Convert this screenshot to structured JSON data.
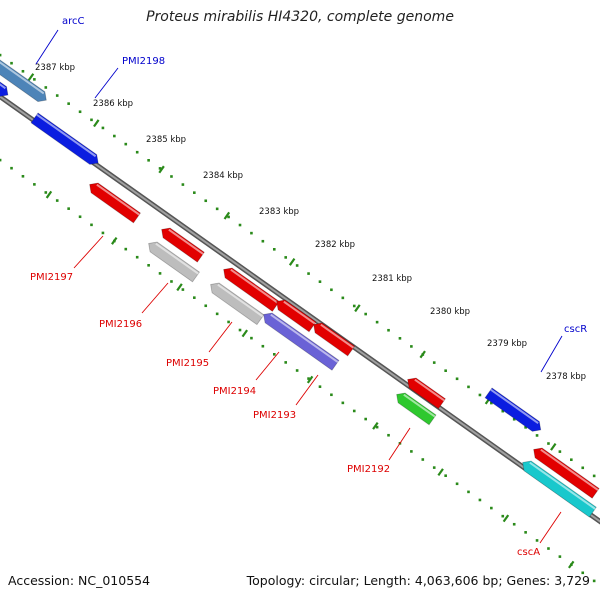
{
  "title": "Proteus mirabilis HI4320, complete genome",
  "footer": {
    "accession": "Accession: NC_010554",
    "summary": "Topology: circular; Length: 4,063,606 bp; Genes: 3,729"
  },
  "colors": {
    "backbone": "#6e6e6e",
    "tick": "#2a8a1a",
    "forward_label": "#0000cc",
    "reverse_label": "#dd0000",
    "red": "#e20000",
    "blue": "#0b1de0",
    "steelblue": "#4d84b8",
    "gray": "#bdbdbd",
    "slate": "#6a62d6",
    "green": "#2ec82e",
    "cyan": "#19c8cc"
  },
  "scale_labels": [
    "2387 kbp",
    "2386 kbp",
    "2385 kbp",
    "2384 kbp",
    "2383 kbp",
    "2382 kbp",
    "2381 kbp",
    "2380 kbp",
    "2379 kbp",
    "2378 kbp"
  ],
  "gene_labels": {
    "arcC": "arcC",
    "PMI2198": "PMI2198",
    "PMI2197": "PMI2197",
    "PMI2196": "PMI2196",
    "PMI2195": "PMI2195",
    "PMI2194": "PMI2194",
    "PMI2193": "PMI2193",
    "PMI2192": "PMI2192",
    "cscR": "cscR",
    "cscA": "cscA"
  },
  "features": [
    {
      "id": "arcC",
      "color": "steelblue",
      "strand": "forward"
    },
    {
      "id": "PMI2198-a",
      "color": "blue",
      "strand": "forward"
    },
    {
      "id": "PMI2198-b",
      "color": "blue",
      "strand": "forward"
    },
    {
      "id": "PMI2197",
      "color": "red",
      "strand": "reverse"
    },
    {
      "id": "PMI2196-red",
      "color": "red",
      "strand": "reverse"
    },
    {
      "id": "PMI2196",
      "color": "gray",
      "strand": "reverse"
    },
    {
      "id": "PMI2195-red",
      "color": "red",
      "strand": "reverse"
    },
    {
      "id": "PMI2194-red",
      "color": "red",
      "strand": "reverse"
    },
    {
      "id": "PMI2193-red",
      "color": "red",
      "strand": "reverse"
    },
    {
      "id": "PMI2195",
      "color": "gray",
      "strand": "reverse"
    },
    {
      "id": "PMI2194",
      "color": "slate",
      "strand": "reverse"
    },
    {
      "id": "PMI2192-red",
      "color": "red",
      "strand": "reverse"
    },
    {
      "id": "PMI2192",
      "color": "green",
      "strand": "reverse"
    },
    {
      "id": "cscR",
      "color": "blue",
      "strand": "forward"
    },
    {
      "id": "cscA-red",
      "color": "red",
      "strand": "reverse"
    },
    {
      "id": "cscA",
      "color": "cyan",
      "strand": "reverse"
    }
  ]
}
